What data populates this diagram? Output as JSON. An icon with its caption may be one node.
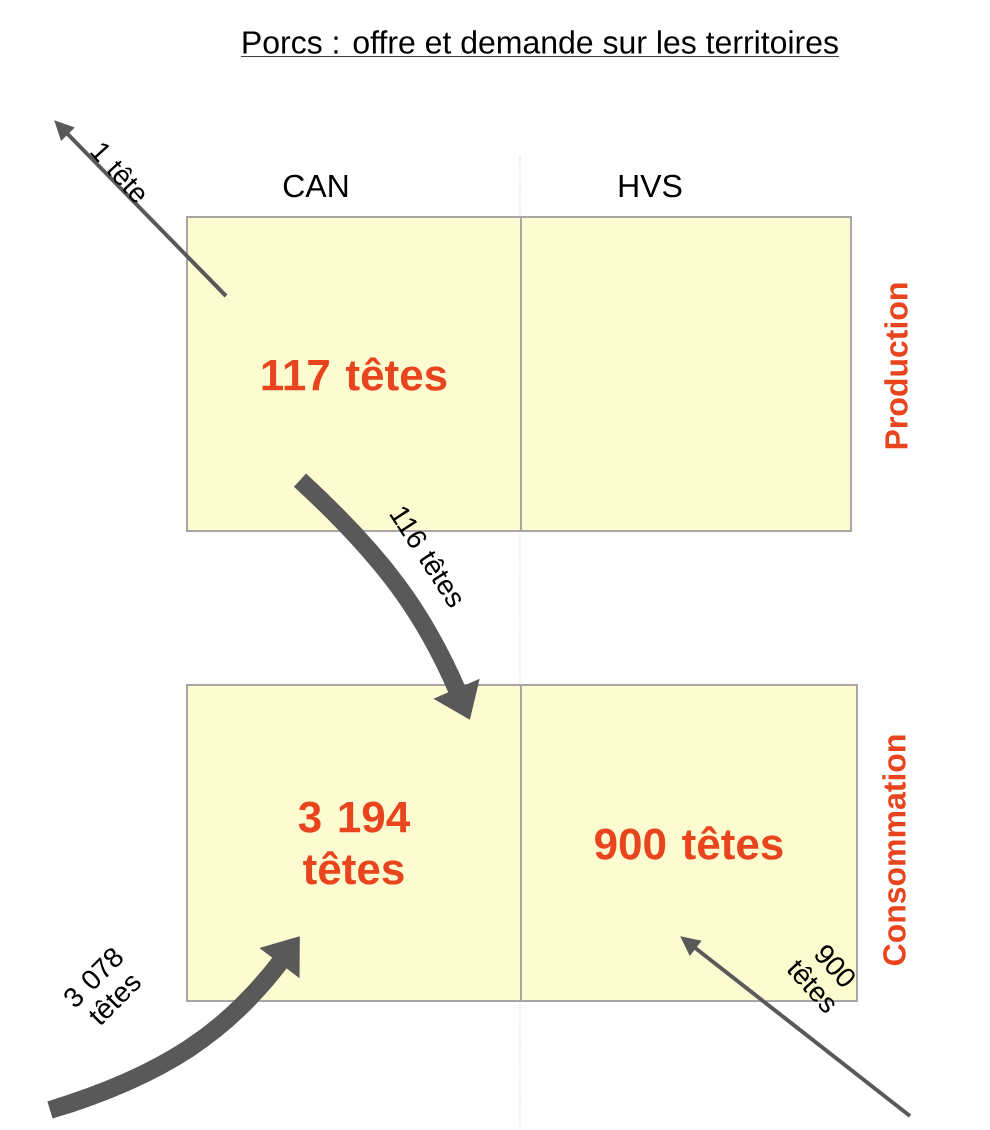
{
  "diagram": {
    "title": "Porcs : offre et demande sur les territoires",
    "nodes": [
      {
        "text": [
          "117 têtes"
        ]
      },
      {
        "text": [],
        "shape": "box"
      },
      {
        "text": [
          "3 194 têtes"
        ]
      },
      {
        "text": [
          "900 têtes"
        ]
      }
    ],
    "edges": [
      {
        "from": 0,
        "to": null,
        "arrow": "to",
        "label": "1 tête"
      },
      {
        "from": 0,
        "to": 2,
        "arrow": "to",
        "label": "116 têtes",
        "style": "thick"
      },
      {
        "from": null,
        "to": 2,
        "arrow": "to",
        "label": "3 078 têtes",
        "style": "thick"
      },
      {
        "from": null,
        "to": 3,
        "arrow": "to",
        "label": "900 têtes"
      }
    ],
    "labels": [
      "CAN",
      "HVS",
      "Production",
      "Consommation"
    ]
  }
}
